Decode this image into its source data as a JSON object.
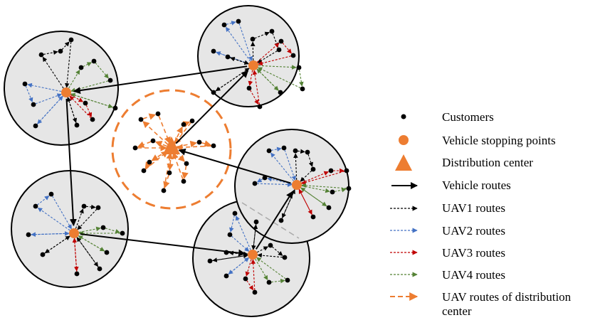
{
  "legend": {
    "customers": "Customers",
    "vehicle_stopping_points": "Vehicle stopping points",
    "distribution_center": "Distribution center",
    "vehicle_routes": "Vehicle routes",
    "uav1_routes": "UAV1 routes",
    "uav2_routes": "UAV2 routes",
    "uav3_routes": "UAV3 routes",
    "uav4_routes": "UAV4 routes",
    "uav_dc_routes_line1": "UAV routes of distribution",
    "uav_dc_routes_line2": "center"
  },
  "colors": {
    "customer": "#000000",
    "stop_point": "#ed7d31",
    "distribution_center": "#ed7d31",
    "vehicle_route": "#000000",
    "uav1": "#000000",
    "uav2": "#4472c4",
    "uav3": "#c00000",
    "uav4": "#548235",
    "uav_dc": "#ed7d31",
    "cluster_fill": "#e6e6e6",
    "cluster_stroke": "#000000",
    "overlap_dash": "#aaaaaa"
  },
  "icons": {
    "customer": "filled-dot-icon",
    "stop_point": "orange-circle-icon",
    "distribution_center": "orange-triangle-icon",
    "vehicle_route": "solid-arrow-icon",
    "uav_route": "dashed-arrow-icon"
  }
}
